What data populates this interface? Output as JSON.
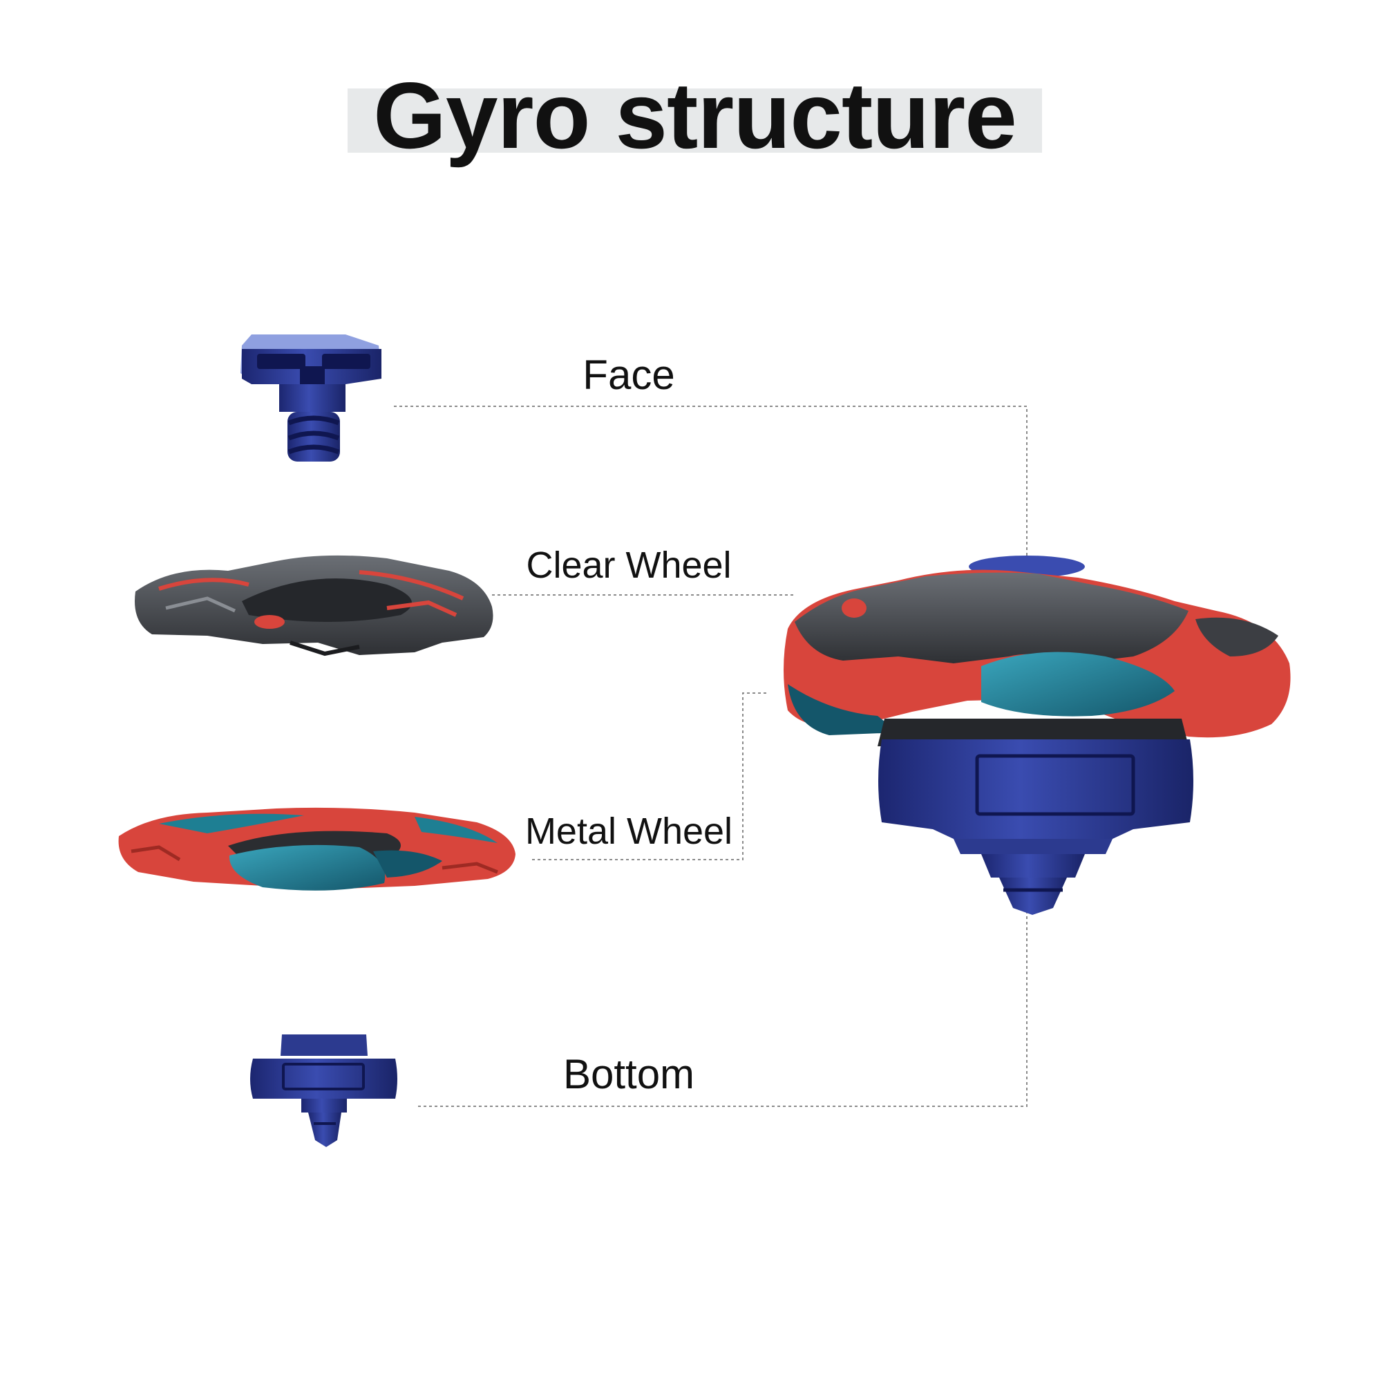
{
  "title": "Gyro structure",
  "parts": {
    "face": "Face",
    "clear_wheel": "Clear Wheel",
    "metal_wheel": "Metal Wheel",
    "bottom": "Bottom"
  },
  "colors": {
    "navy": "#2c3a8f",
    "gunmetal": "#4a4d52",
    "red": "#d8453c",
    "teal": "#1e7f93",
    "leader": "#8a8a8a"
  }
}
